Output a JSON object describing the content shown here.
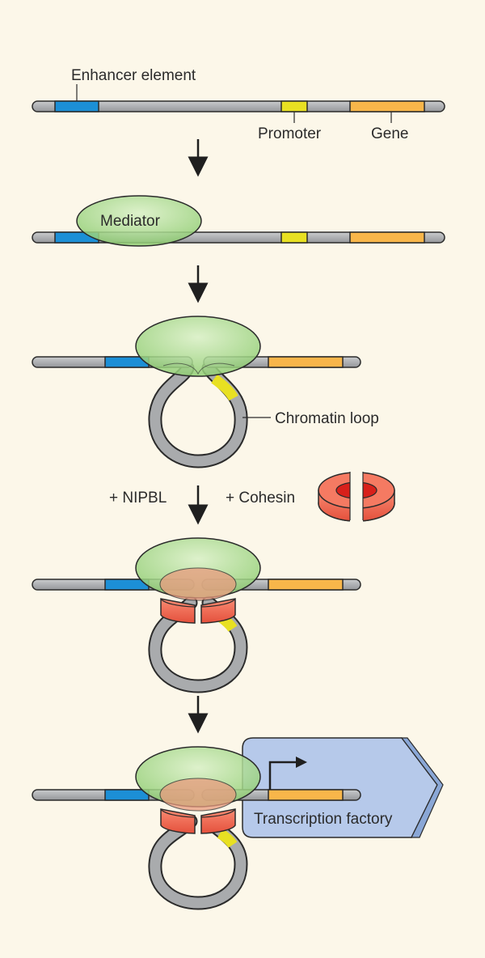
{
  "diagram": {
    "labels": {
      "enhancer": "Enhancer element",
      "promoter": "Promoter",
      "gene": "Gene",
      "mediator": "Mediator",
      "chromatin_loop": "Chromatin loop",
      "nipbl": "+ NIPBL",
      "cohesin": "+ Cohesin",
      "transcription_factory": "Transcription factory"
    },
    "colors": {
      "background": "#fcf7e9",
      "dna": "#a9abad",
      "enhancer": "#1c8fd6",
      "promoter": "#e8e022",
      "gene": "#f8b64a",
      "mediator": "#a7d98c",
      "cohesin": "#f2674f",
      "factory": "#b6c9ea",
      "outline": "#2b2b2b"
    },
    "steps": 5
  }
}
